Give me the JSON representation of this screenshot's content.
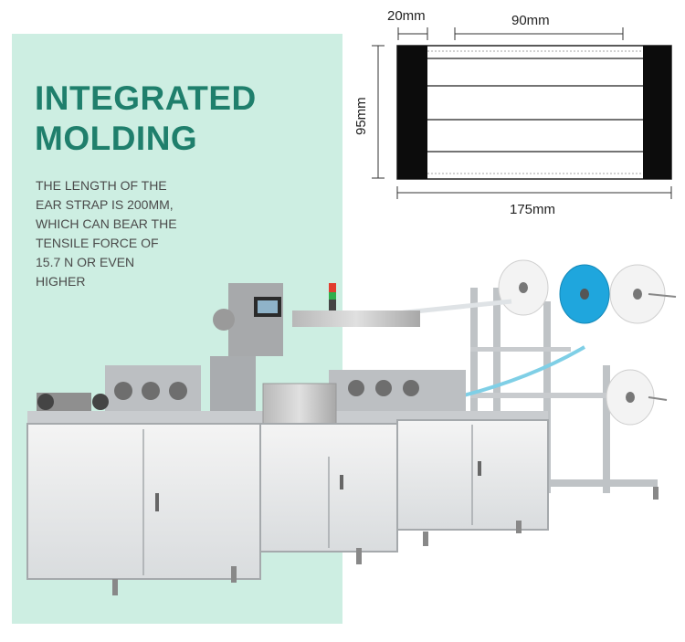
{
  "headline": {
    "line1": "INTEGRATED",
    "line2": "MOLDING"
  },
  "description": {
    "lines": [
      "THE LENGTH OF THE",
      "EAR STRAP IS 200MM,",
      "WHICH CAN BEAR THE",
      "TENSILE FORCE OF",
      "15.7 N OR EVEN",
      "HIGHER"
    ]
  },
  "diagram": {
    "dim_ear_strip": "20mm",
    "dim_body": "90mm",
    "dim_height": "95mm",
    "dim_total": "175mm"
  },
  "colors": {
    "panel": "#cdeee2",
    "headline": "#1f7f6c",
    "roll_blue": "#1fa6dd"
  }
}
